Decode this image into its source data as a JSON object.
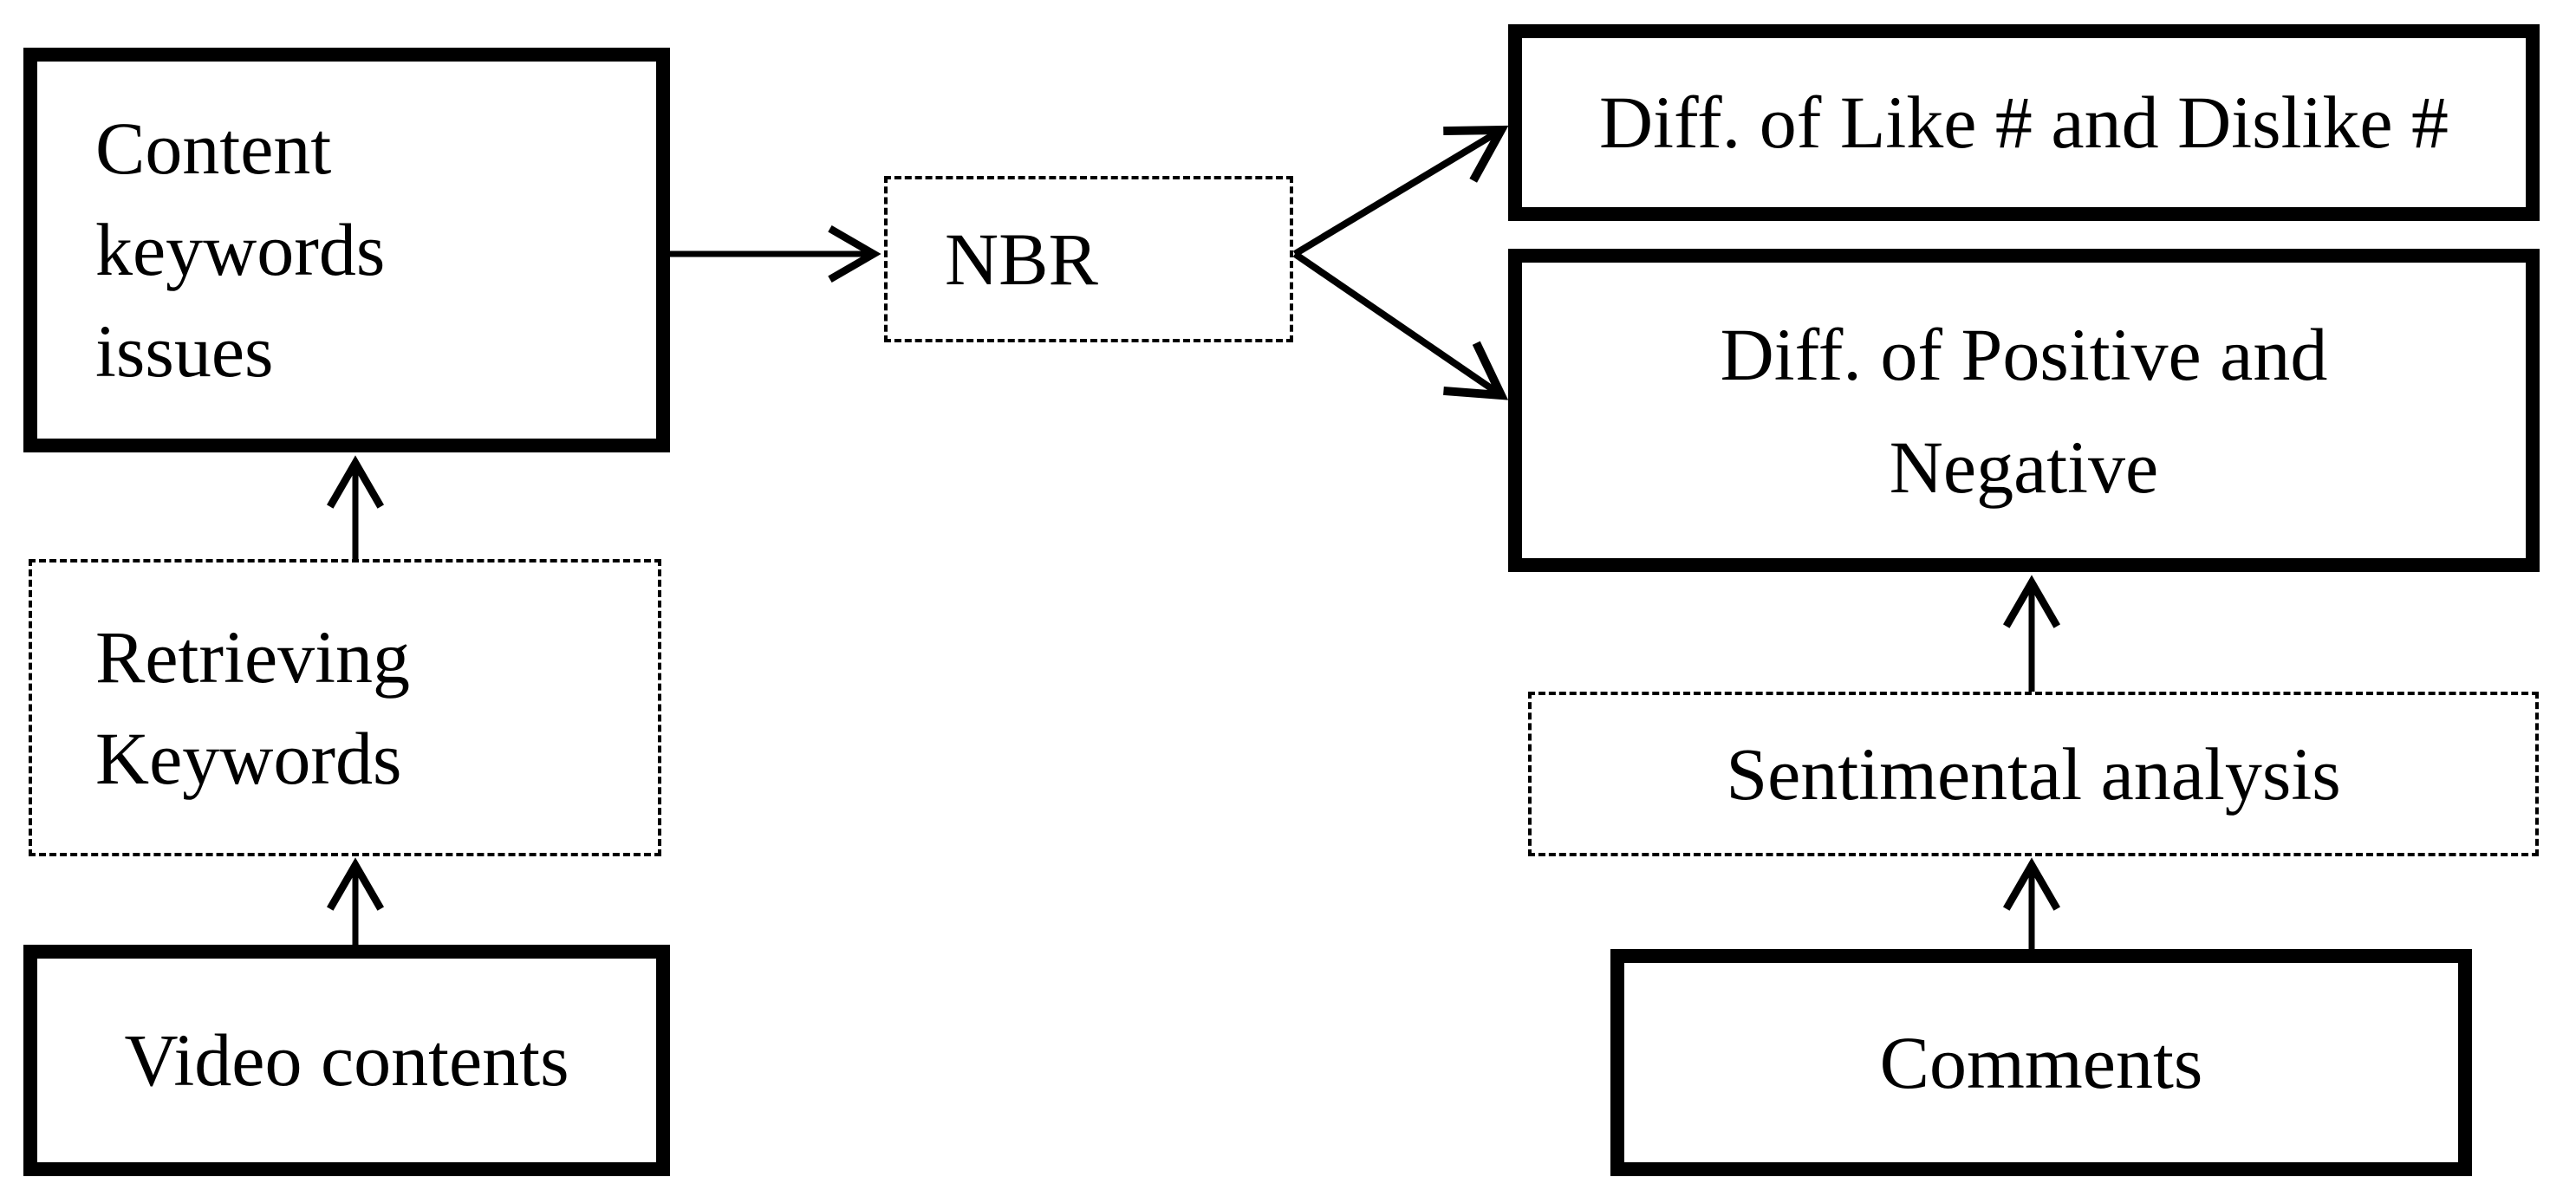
{
  "figure": {
    "type": "flow-diagram",
    "background_color": "#ffffff",
    "ink_color": "#000000",
    "nodes": {
      "content_keywords_issues": {
        "lines": [
          "Content",
          "keywords",
          "issues"
        ],
        "border_style": "solid-thick"
      },
      "retrieving_keywords": {
        "lines": [
          "Retrieving",
          "Keywords"
        ],
        "border_style": "dashed"
      },
      "video_contents": {
        "label": "Video contents",
        "border_style": "solid-thick"
      },
      "nbr": {
        "label": "NBR",
        "border_style": "dashed"
      },
      "diff_like_dislike": {
        "label": "Diff. of Like # and Dislike #",
        "border_style": "solid-thick"
      },
      "diff_positive_negative": {
        "lines": [
          "Diff. of Positive and",
          "Negative"
        ],
        "border_style": "solid-thick"
      },
      "sentimental_analysis": {
        "label": "Sentimental analysis",
        "border_style": "dashed"
      },
      "comments": {
        "label": "Comments",
        "border_style": "solid-thick"
      }
    },
    "edges": [
      {
        "from": "video_contents",
        "to": "retrieving_keywords",
        "direction": "up"
      },
      {
        "from": "retrieving_keywords",
        "to": "content_keywords_issues",
        "direction": "up"
      },
      {
        "from": "content_keywords_issues",
        "to": "nbr",
        "direction": "right"
      },
      {
        "from": "nbr",
        "to": "diff_like_dislike",
        "direction": "up-right"
      },
      {
        "from": "nbr",
        "to": "diff_positive_negative",
        "direction": "down-right"
      },
      {
        "from": "comments",
        "to": "sentimental_analysis",
        "direction": "up"
      },
      {
        "from": "sentimental_analysis",
        "to": "diff_positive_negative",
        "direction": "up"
      }
    ]
  }
}
